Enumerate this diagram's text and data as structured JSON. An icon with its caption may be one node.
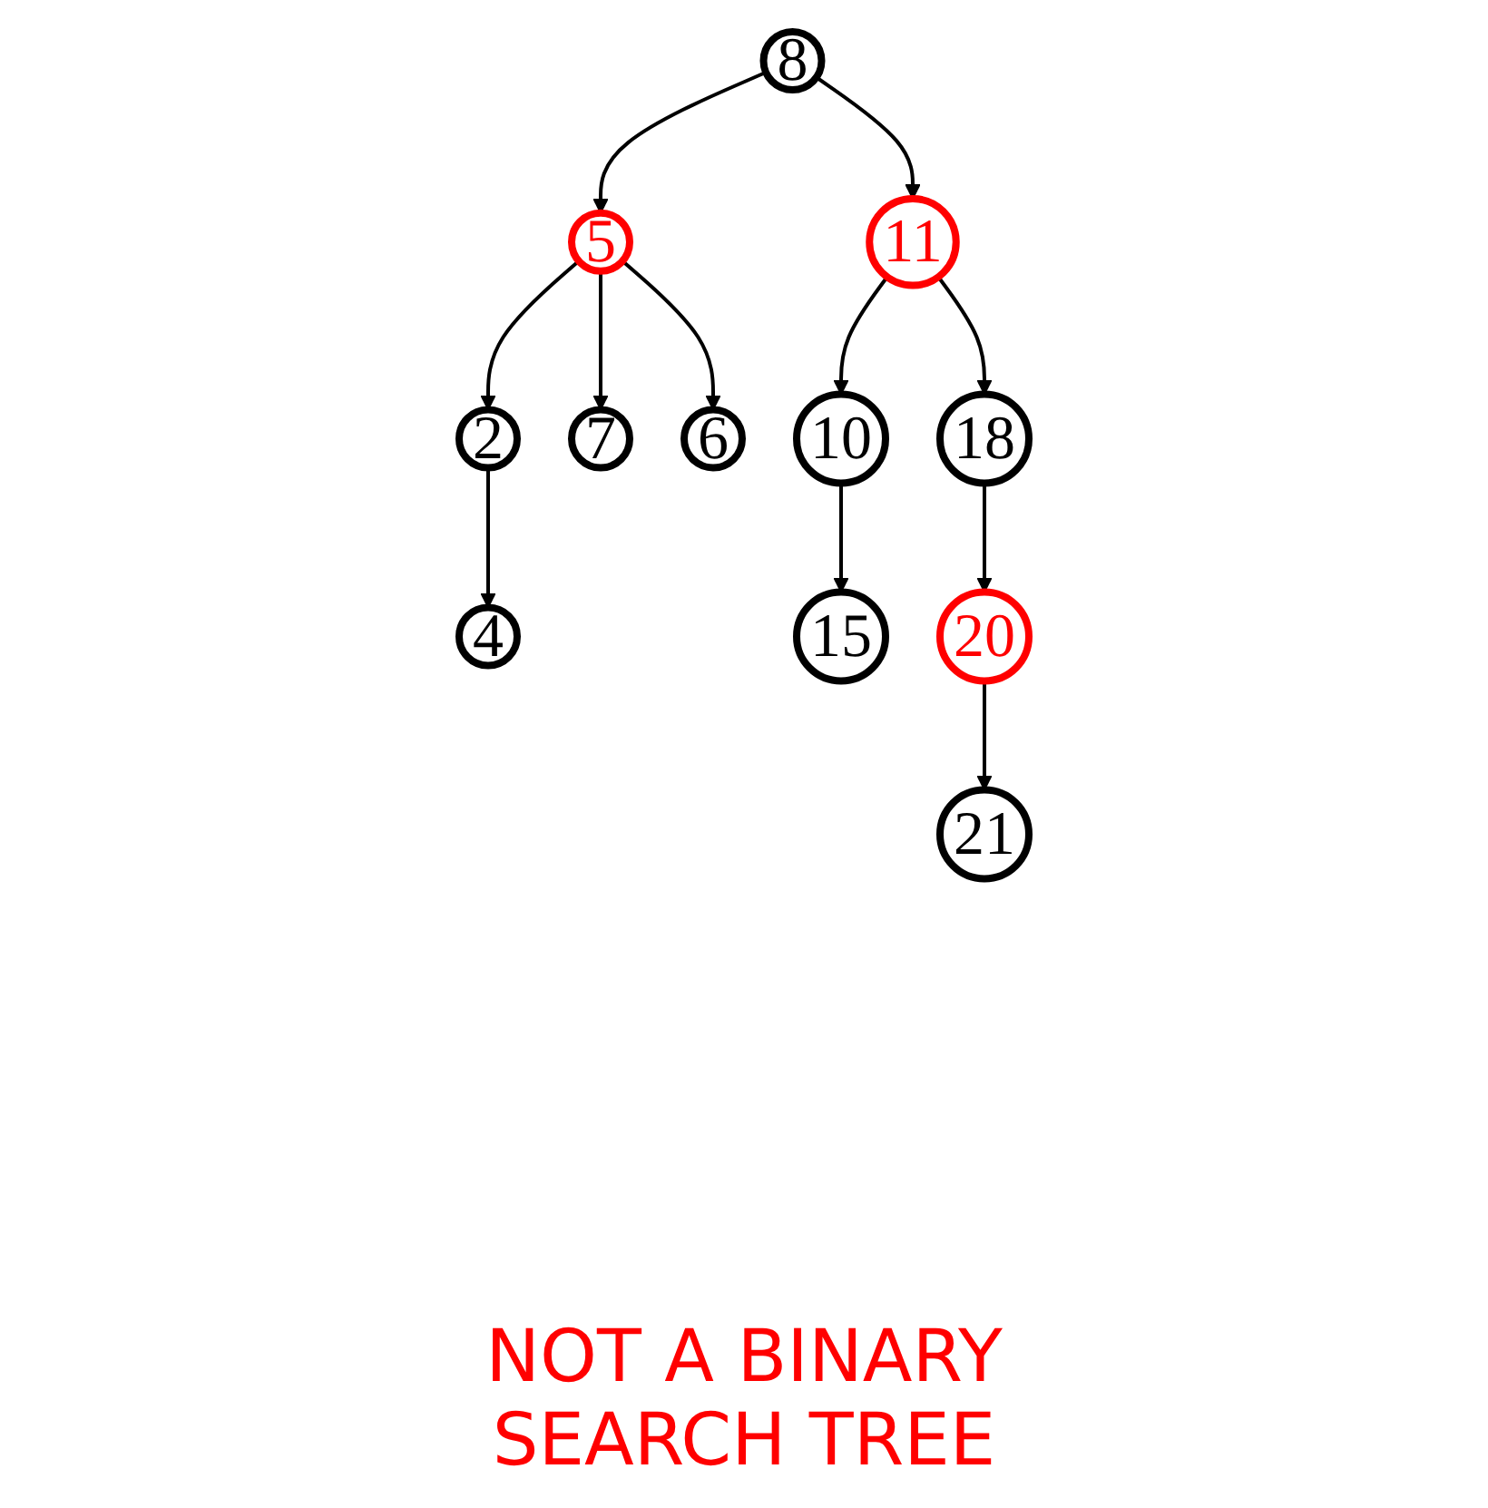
{
  "diagram": {
    "nodes": [
      {
        "text": [
          "8"
        ]
      },
      {
        "text": [
          "5"
        ]
      },
      {
        "text": [
          "11"
        ]
      },
      {
        "text": [
          "2"
        ]
      },
      {
        "text": [
          "7"
        ]
      },
      {
        "text": [
          "6"
        ]
      },
      {
        "text": [
          "10"
        ]
      },
      {
        "text": [
          "18"
        ]
      },
      {
        "text": [
          "4"
        ]
      },
      {
        "text": [
          "15"
        ]
      },
      {
        "text": [
          "20"
        ]
      },
      {
        "text": [
          "21"
        ]
      }
    ],
    "edges": [
      {
        "from": 0,
        "to": 1,
        "arrow": "to"
      },
      {
        "from": 0,
        "to": 2,
        "arrow": "to"
      },
      {
        "from": 1,
        "to": 3,
        "arrow": "to"
      },
      {
        "from": 1,
        "to": 4,
        "arrow": "to"
      },
      {
        "from": 1,
        "to": 5,
        "arrow": "to"
      },
      {
        "from": 2,
        "to": 6,
        "arrow": "to"
      },
      {
        "from": 2,
        "to": 7,
        "arrow": "to"
      },
      {
        "from": 3,
        "to": 8,
        "arrow": "to"
      },
      {
        "from": 6,
        "to": 9,
        "arrow": "to"
      },
      {
        "from": 7,
        "to": 10,
        "arrow": "to"
      },
      {
        "from": 10,
        "to": 11,
        "arrow": "to"
      }
    ],
    "labels": [
      "NOT A BINARY SEARCH TREE"
    ]
  }
}
